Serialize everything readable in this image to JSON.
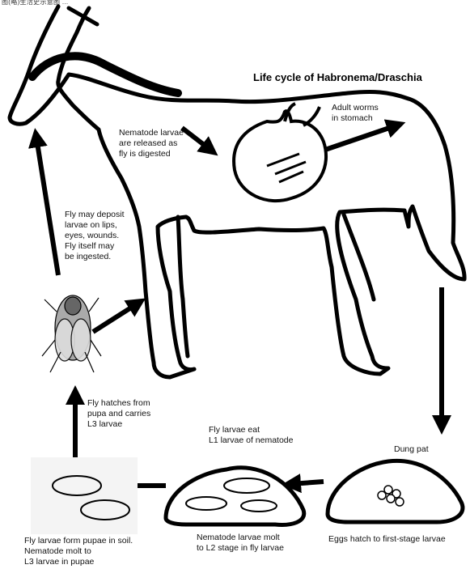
{
  "header": {
    "top_caption": "图(略)生活史示意图 ..."
  },
  "diagram": {
    "title": "Life cycle of Habronema/Draschia",
    "labels": {
      "adult_worms": "Adult worms\nin stomach",
      "released": "Nematode larvae\nare released as\nfly is digested",
      "deposit": "Fly may deposit\nlarvae on lips,\neyes, wounds.\nFly itself may\nbe ingested.",
      "fly_hatches": "Fly hatches from\npupa and carries\nL3 larvae",
      "fly_larvae_eat": "Fly larvae eat\nL1 larvae of nematode",
      "dung_pat": "Dung pat",
      "pupae": "Fly larvae form pupae in soil.\nNematode molt to\nL3 larvae in pupae",
      "molt_l2": "Nematode larvae molt\nto L2 stage in fly larvae",
      "eggs_hatch": "Eggs hatch to first-stage larvae"
    }
  }
}
